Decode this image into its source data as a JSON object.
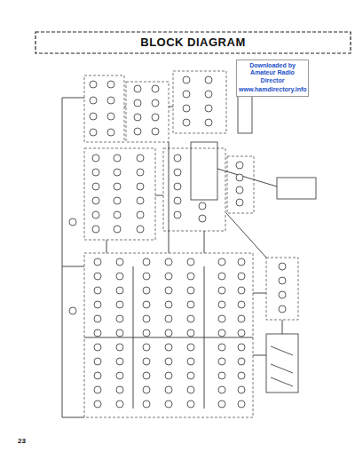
{
  "diagram": {
    "title": "BLOCK DIAGRAM",
    "nodes": [
      {
        "text": [
          "Downloaded by Amateur Radio Director",
          "www.hamdirectory.info"
        ]
      }
    ],
    "labels": [
      "23"
    ]
  }
}
